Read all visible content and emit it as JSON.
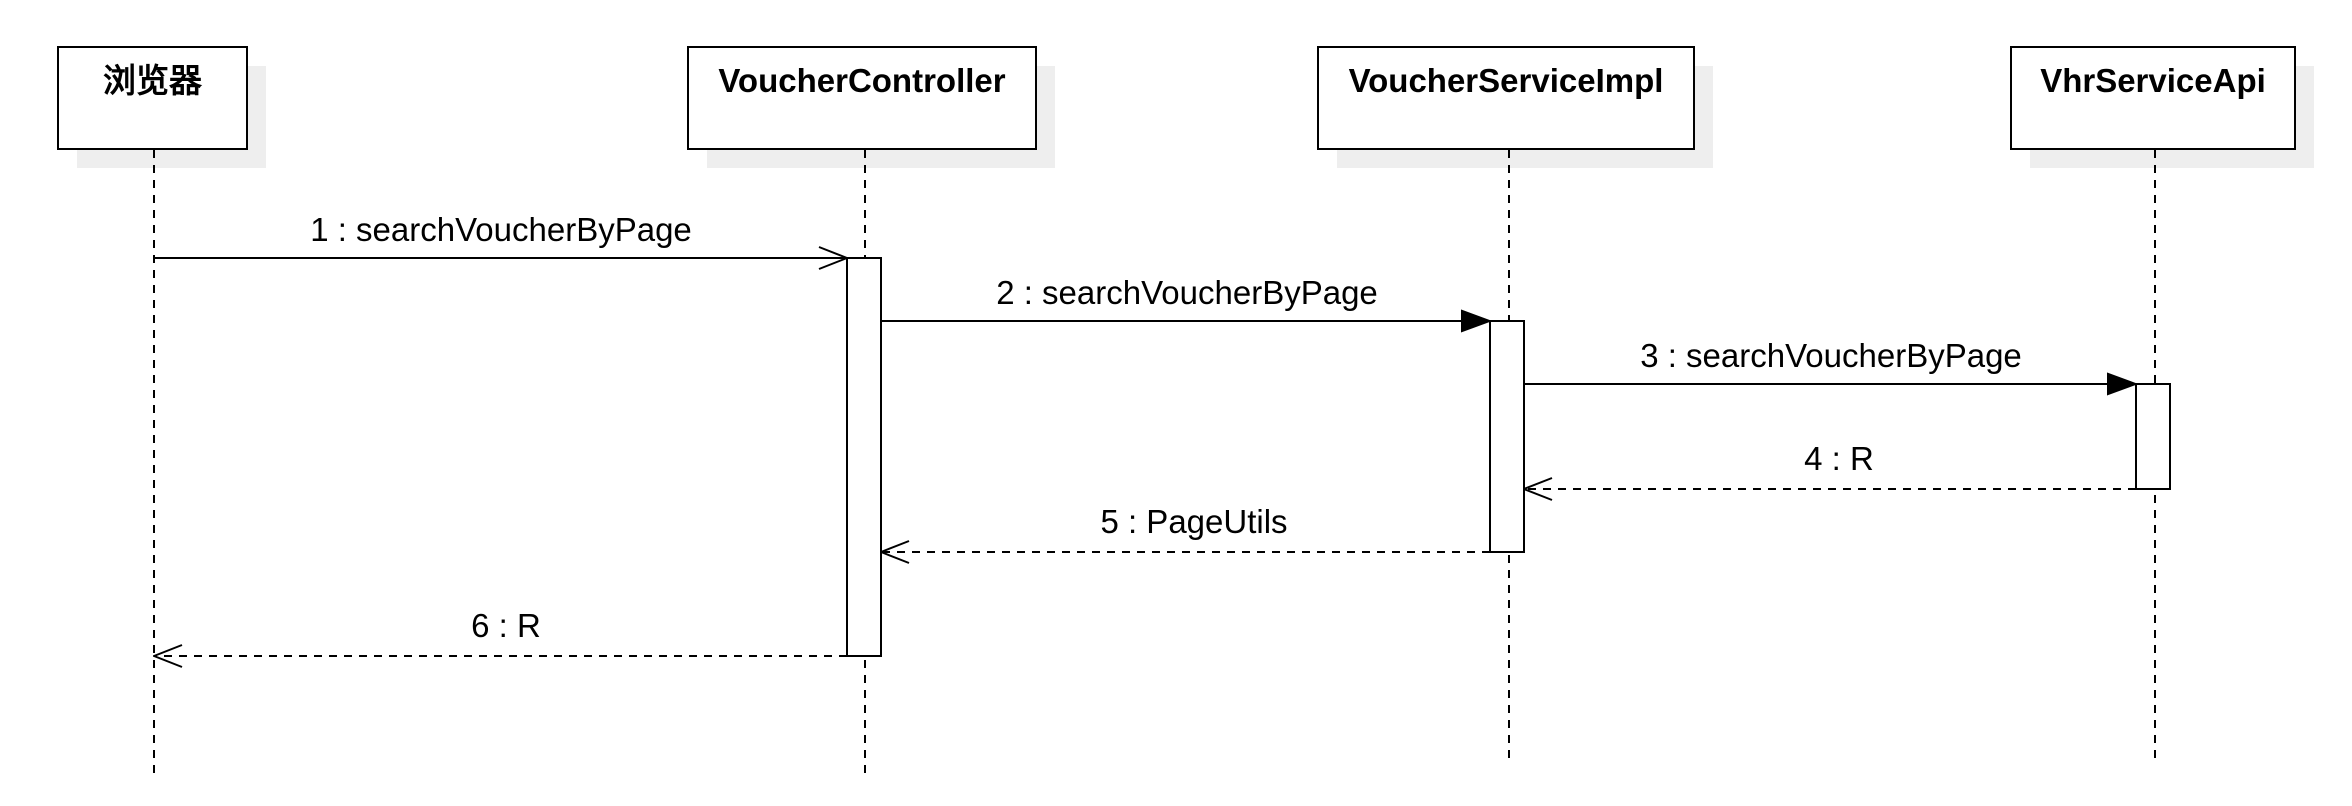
{
  "participants": [
    {
      "id": "browser",
      "label": "浏览器"
    },
    {
      "id": "voucher-controller",
      "label": "VoucherController"
    },
    {
      "id": "voucher-service-impl",
      "label": "VoucherServiceImpl"
    },
    {
      "id": "vhr-service-api",
      "label": "VhrServiceApi"
    }
  ],
  "messages": [
    {
      "label": "1 : searchVoucherByPage",
      "from": "browser",
      "to": "voucher-controller",
      "kind": "async"
    },
    {
      "label": "2 : searchVoucherByPage",
      "from": "voucher-controller",
      "to": "voucher-service-impl",
      "kind": "sync"
    },
    {
      "label": "3 : searchVoucherByPage",
      "from": "voucher-service-impl",
      "to": "vhr-service-api",
      "kind": "sync"
    },
    {
      "label": "4 : R",
      "from": "vhr-service-api",
      "to": "voucher-service-impl",
      "kind": "return"
    },
    {
      "label": "5 : PageUtils",
      "from": "voucher-service-impl",
      "to": "voucher-controller",
      "kind": "return"
    },
    {
      "label": "6 : R",
      "from": "voucher-controller",
      "to": "browser",
      "kind": "return"
    }
  ],
  "colors": {
    "line": "#000000",
    "box_fill": "#ffffff",
    "shadow": "#eeeeee"
  }
}
